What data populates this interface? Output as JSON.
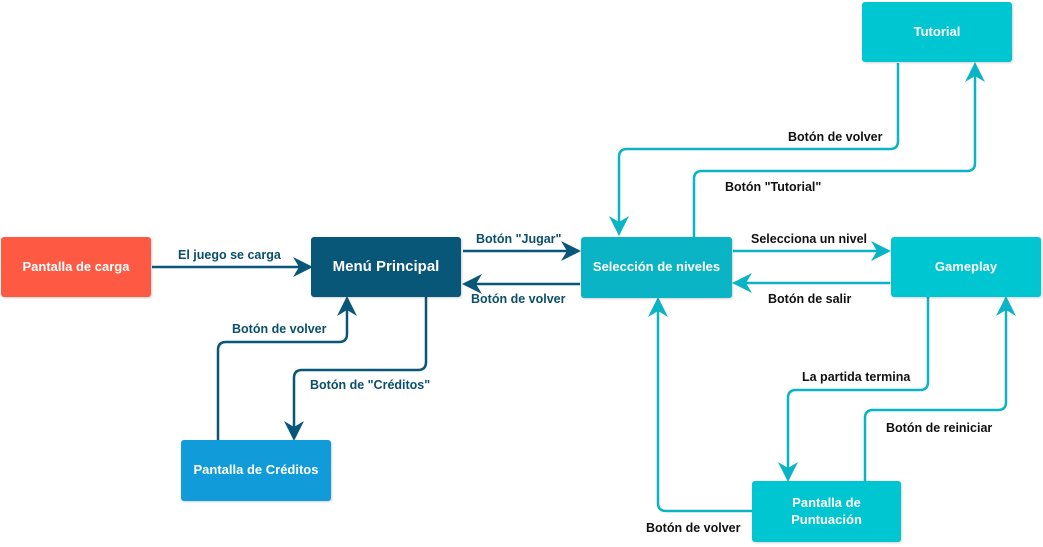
{
  "colors": {
    "dark_blue": "#085678",
    "teal": "#0ab4c4",
    "cyan": "#00c6d1",
    "blue": "#119bd8",
    "red_orange": "#fe5a43",
    "label_dark": "#0b4f6c",
    "label_black": "#111111"
  },
  "nodes": {
    "pantalla_carga": "Pantalla de carga",
    "menu_principal": "Menú Principal",
    "pantalla_creditos": "Pantalla de Créditos",
    "seleccion_niveles": "Selección de niveles",
    "tutorial": "Tutorial",
    "gameplay": "Gameplay",
    "pantalla_puntuacion": "Pantalla de\nPuntuación"
  },
  "edges": {
    "juego_se_carga": "El juego se carga",
    "boton_jugar": "Botón \"Jugar\"",
    "boton_volver_menu": "Botón de volver",
    "boton_creditos": "Botón de \"Créditos\"",
    "boton_volver_creditos": "Botón de volver",
    "boton_volver_tutorial": "Botón de volver",
    "boton_tutorial": "Botón \"Tutorial\"",
    "selecciona_nivel": "Selecciona un nivel",
    "boton_salir": "Botón de salir",
    "partida_termina": "La partida termina",
    "boton_reiniciar": "Botón de reiniciar",
    "boton_volver_puntuacion": "Botón de volver"
  }
}
